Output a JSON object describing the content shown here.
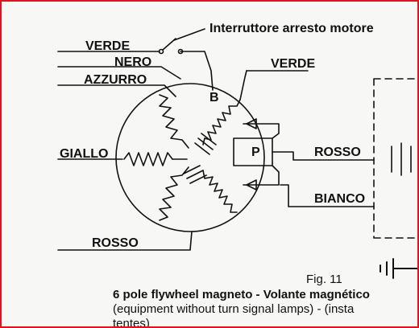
{
  "labels": {
    "switch": "Interruttore arresto motore",
    "verde_left": "VERDE",
    "nero": "NERO",
    "azzurro": "AZZURRO",
    "giallo": "GIALLO",
    "rosso_bottom": "ROSSO",
    "verde_right": "VERDE",
    "rosso_right": "ROSSO",
    "bianco": "BIANCO",
    "coil_b": "B",
    "coil_p": "P"
  },
  "caption": {
    "fig": "Fig. 11",
    "title": "6 pole flywheel magneto - Volante magnético",
    "subtitle": "(equipment without turn signal lamps) - (insta",
    "line3": "tentes)"
  },
  "colors": {
    "frame": "#e0141c",
    "ink": "#111111",
    "paper": "#f7f7f5"
  }
}
